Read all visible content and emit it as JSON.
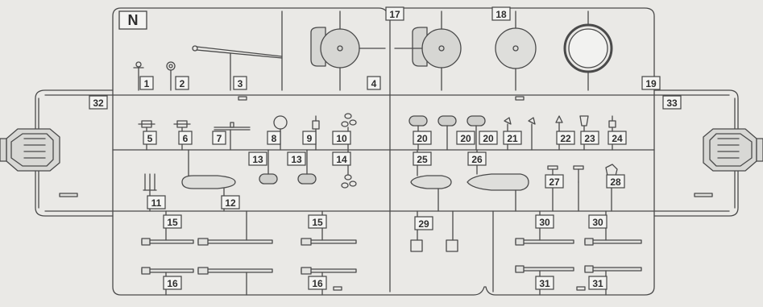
{
  "sprue": {
    "letter": "N",
    "part_numbers": [
      "1",
      "2",
      "3",
      "4",
      "5",
      "6",
      "7",
      "8",
      "9",
      "10",
      "11",
      "12",
      "13",
      "13",
      "14",
      "15",
      "15",
      "16",
      "16",
      "17",
      "18",
      "19",
      "20",
      "20",
      "20",
      "21",
      "22",
      "23",
      "24",
      "25",
      "26",
      "27",
      "28",
      "29",
      "30",
      "30",
      "31",
      "31",
      "32",
      "33"
    ]
  },
  "colors": {
    "background": "#eae9e6",
    "plastic_line": "#4a4a4a",
    "label_fill": "#f4f4f2",
    "part_shade": "#d6d6d3"
  }
}
